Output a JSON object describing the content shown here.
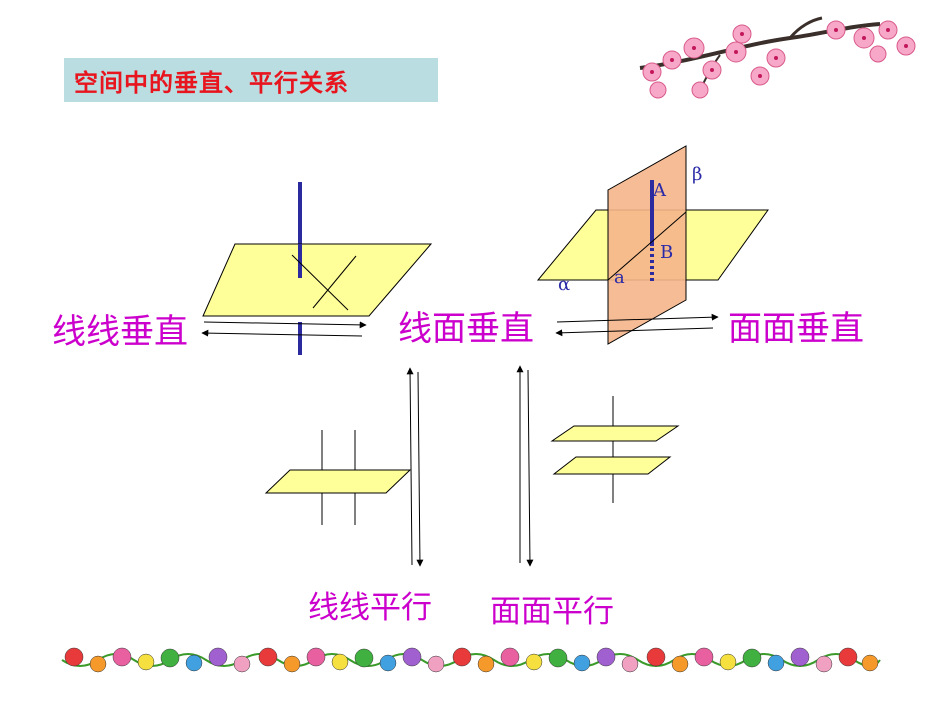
{
  "title": "空间中的垂直、平行关系",
  "labels": {
    "line_line_perp": "线线垂直",
    "line_plane_perp": "线面垂直",
    "plane_plane_perp": "面面垂直",
    "line_line_parallel": "线线平行",
    "plane_plane_parallel": "面面平行"
  },
  "symbols": {
    "A": "A",
    "B": "B",
    "a": "a",
    "alpha": "α",
    "beta": "β"
  },
  "colors": {
    "title_text": "#e8141e",
    "title_bg": "#b9dde0",
    "label": "#cc00cc",
    "plane_fill": "#ffff99",
    "vertical_plane_fill": "#f5b58a",
    "line_blue": "#2b2b9f"
  },
  "decorations": [
    "plum-blossom-branch",
    "flower-border"
  ]
}
